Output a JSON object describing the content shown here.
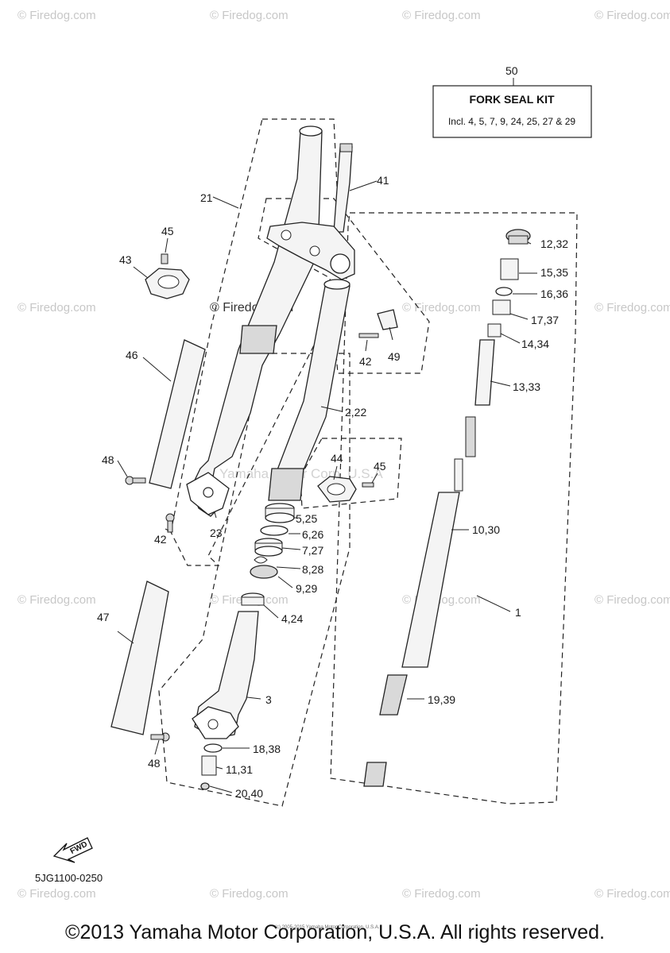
{
  "watermarks": {
    "site": "© Firedog.com",
    "center_site": "© Firedog.com",
    "center_text": "Yamaha Motor Corp. U.S.A"
  },
  "kit": {
    "number": "50",
    "title": "FORK SEAL KIT",
    "includes": "Incl. 4, 5, 7, 9, 24, 25, 27 & 29"
  },
  "callouts": {
    "c1": "1",
    "c2_22": "2,22",
    "c3": "3",
    "c4_24": "4,24",
    "c5_25": "5,25",
    "c6_26": "6,26",
    "c7_27": "7,27",
    "c8_28": "8,28",
    "c9_29": "9,29",
    "c10_30": "10,30",
    "c11_31": "11,31",
    "c12_32": "12,32",
    "c13_33": "13,33",
    "c14_34": "14,34",
    "c15_35": "15,35",
    "c16_36": "16,36",
    "c17_37": "17,37",
    "c18_38": "18,38",
    "c19_39": "19,39",
    "c20_40": "20,40",
    "c21": "21",
    "c23": "23",
    "c41": "41",
    "c42a": "42",
    "c42b": "42",
    "c43": "43",
    "c44": "44",
    "c45a": "45",
    "c45b": "45",
    "c46": "46",
    "c47": "47",
    "c48a": "48",
    "c48b": "48",
    "c49": "49"
  },
  "fwd_label": "FWD",
  "diagram_code": "5JG1100-0250",
  "small_copyright": "(c) 2005-2015 Yamaha Motor Corporation, U.S.A.",
  "copyright": "©2013 Yamaha Motor Corporation, U.S.A. All rights reserved."
}
